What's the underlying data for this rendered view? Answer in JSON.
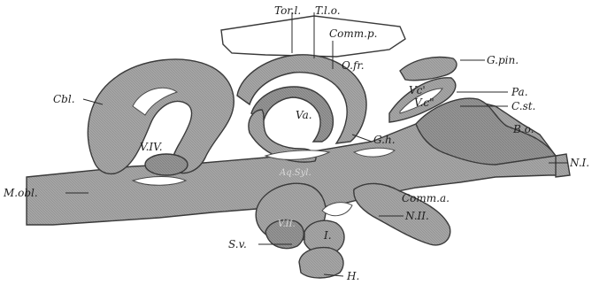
{
  "figure": {
    "labels": {
      "tor_l": "Tor.l.",
      "t_l_o": "T.l.o.",
      "comm_p": "Comm.p.",
      "o_fr": "O.fr.",
      "g_pin": "G.pin.",
      "cbl": "Cbl.",
      "v_c1": "Vc'",
      "v_c2": "V.c\"",
      "pa": "Pa.",
      "c_st": "C.st.",
      "va": "Va.",
      "b_o": "B.o.",
      "v_iv": "V.IV.",
      "g_h": "G.h.",
      "n_i": "N.I.",
      "aq_syl": "Aq.Syl.",
      "m_obl": "M.obl.",
      "comm_a": "Comm.a.",
      "v_ii": "V.II.",
      "n_ii": "N.II.",
      "s_v": "S.v.",
      "i": "I.",
      "h": "H."
    },
    "colors": {
      "tissue": "#a3a3a3",
      "tissue_dark": "#8f8f8f",
      "ink": "#1e1e1e",
      "paper": "#ffffff"
    }
  }
}
